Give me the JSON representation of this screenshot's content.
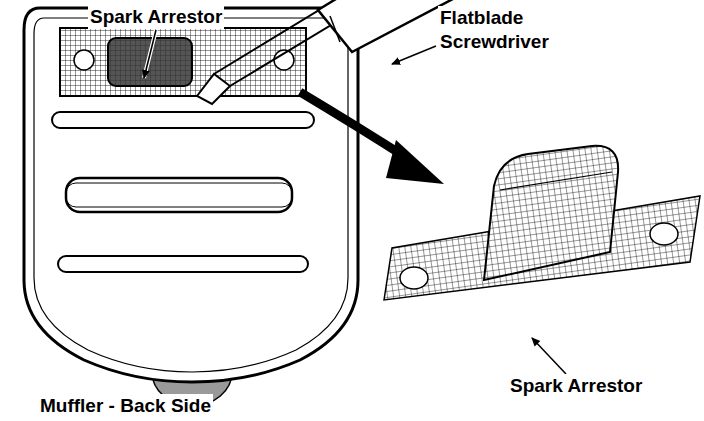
{
  "diagram": {
    "labels": [
      "Spark Arrestor",
      "Flatblade Screwdriver",
      "Spark Arrestor",
      "Muffler - Back Side"
    ]
  }
}
